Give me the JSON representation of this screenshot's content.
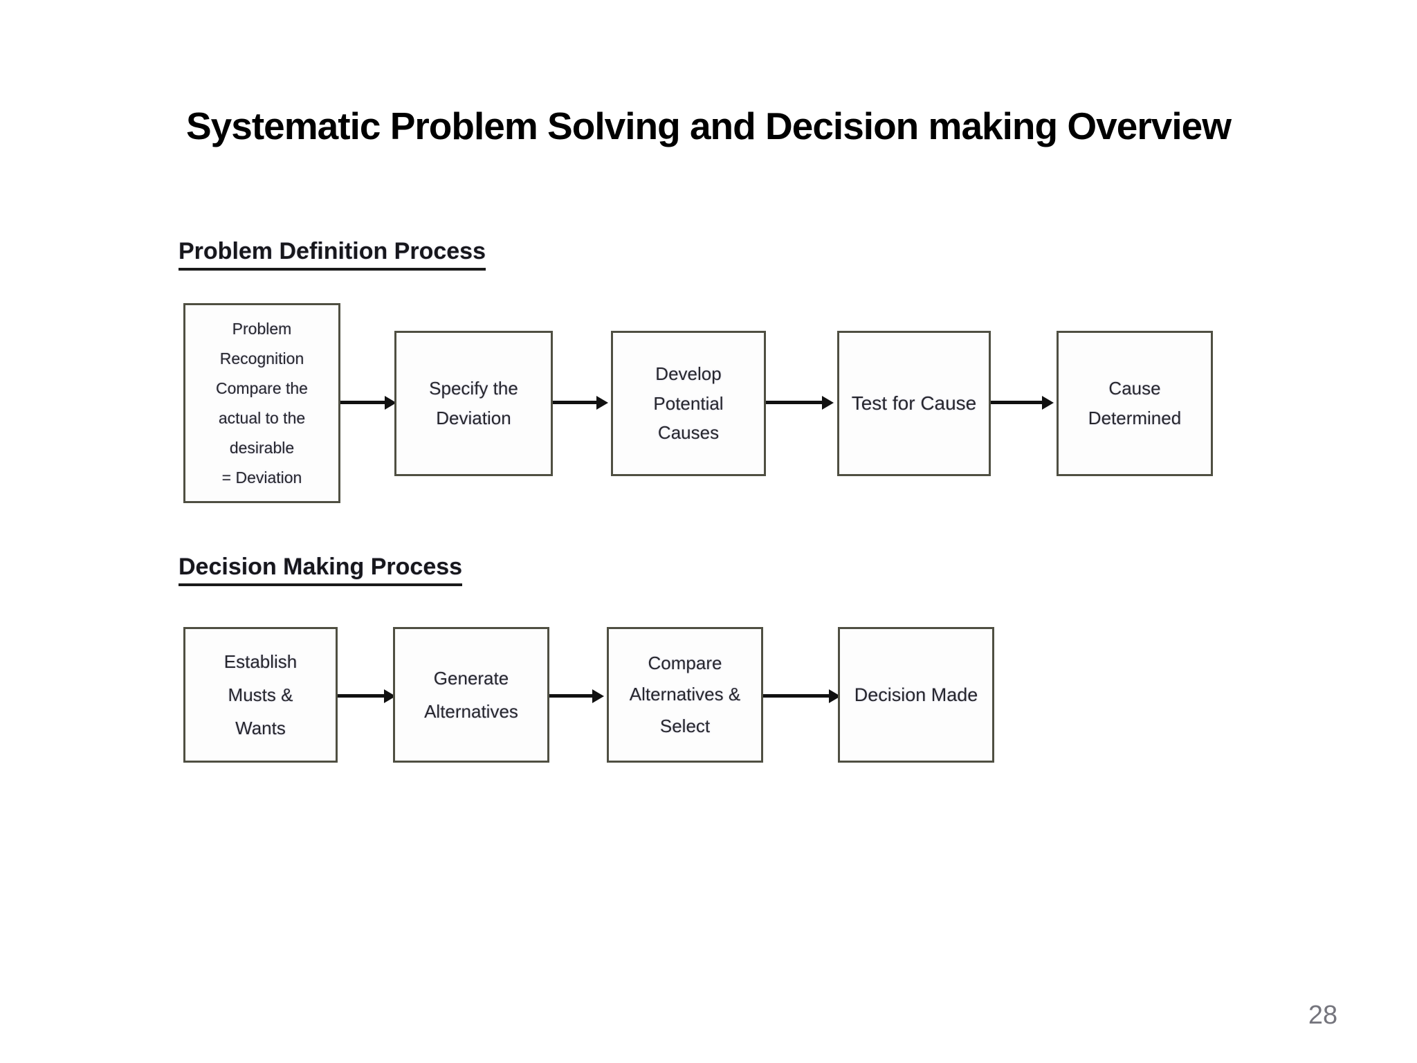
{
  "slide": {
    "title": "Systematic Problem Solving and Decision making Overview",
    "page_number": "28"
  },
  "diagram": {
    "problem_definition": {
      "heading": "Problem Definition Process",
      "boxes": [
        {
          "label": "Problem\nRecognition\nCompare the\nactual to the\ndesirable\n= Deviation"
        },
        {
          "label": "Specify the\nDeviation"
        },
        {
          "label": "Develop\nPotential\nCauses"
        },
        {
          "label": "Test for Cause"
        },
        {
          "label": "Cause\nDetermined"
        }
      ]
    },
    "decision_making": {
      "heading": "Decision Making Process",
      "boxes": [
        {
          "label": "Establish\nMusts &\nWants"
        },
        {
          "label": "Generate\nAlternatives"
        },
        {
          "label": "Compare\nAlternatives &\nSelect"
        },
        {
          "label": "Decision Made"
        }
      ]
    },
    "colors": {
      "box_border": "#4f4f42",
      "arrow": "#111111",
      "heading_text": "#17171c",
      "page_number_text": "#75757d"
    }
  }
}
